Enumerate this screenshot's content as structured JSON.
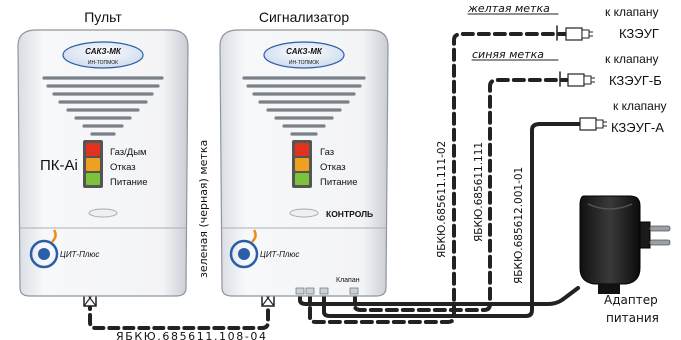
{
  "titles": {
    "remote": "Пульт",
    "alarm": "Сигнализатор"
  },
  "device_badge": {
    "line1": "САКЗ-МК",
    "line2": "ИН-ТОПМОК"
  },
  "remote_panel": {
    "model": "ПК-Ai",
    "leds": [
      "Газ/Дым",
      "Отказ",
      "Питание"
    ],
    "brand": "ЦИТ-Плюс"
  },
  "alarm_panel": {
    "leds": [
      "Газ",
      "Отказ",
      "Питание"
    ],
    "control": "КОНТРОЛЬ",
    "brand": "ЦИТ-Плюс",
    "port": "Клапан"
  },
  "cables": {
    "green_tag": "зеленая (черная) метка",
    "bottom": "ЯБКЮ.685611.108-04",
    "c1": "ЯБКЮ.685611.111-02",
    "c2": "ЯБКЮ.685611.111",
    "c3": "ЯБКЮ.685612.001-01",
    "yellow_tag": "желтая метка",
    "blue_tag": "синяя метка"
  },
  "valves": [
    {
      "line1": "к клапану",
      "line2": "КЗЭУГ"
    },
    {
      "line1": "к клапану",
      "line2": "КЗЭУГ-Б"
    },
    {
      "line1": "к клапану",
      "line2": "КЗЭУГ-А"
    }
  ],
  "adapter": {
    "line1": "Адаптер",
    "line2": "питания"
  },
  "colors": {
    "led_red": "#e0321e",
    "led_orange": "#f0a020",
    "led_green": "#7cc23a",
    "badge_blue": "#2a5fa8"
  }
}
